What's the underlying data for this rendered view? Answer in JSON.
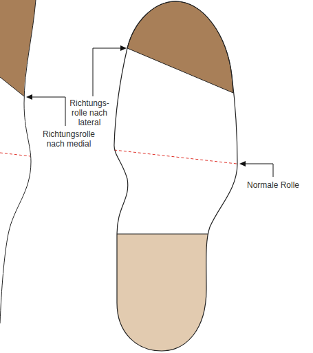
{
  "diagram": {
    "labels": [
      "Richtungs- rolle nach lateral",
      "Richtungsrolle nach medial",
      "Normale Rolle"
    ]
  }
}
